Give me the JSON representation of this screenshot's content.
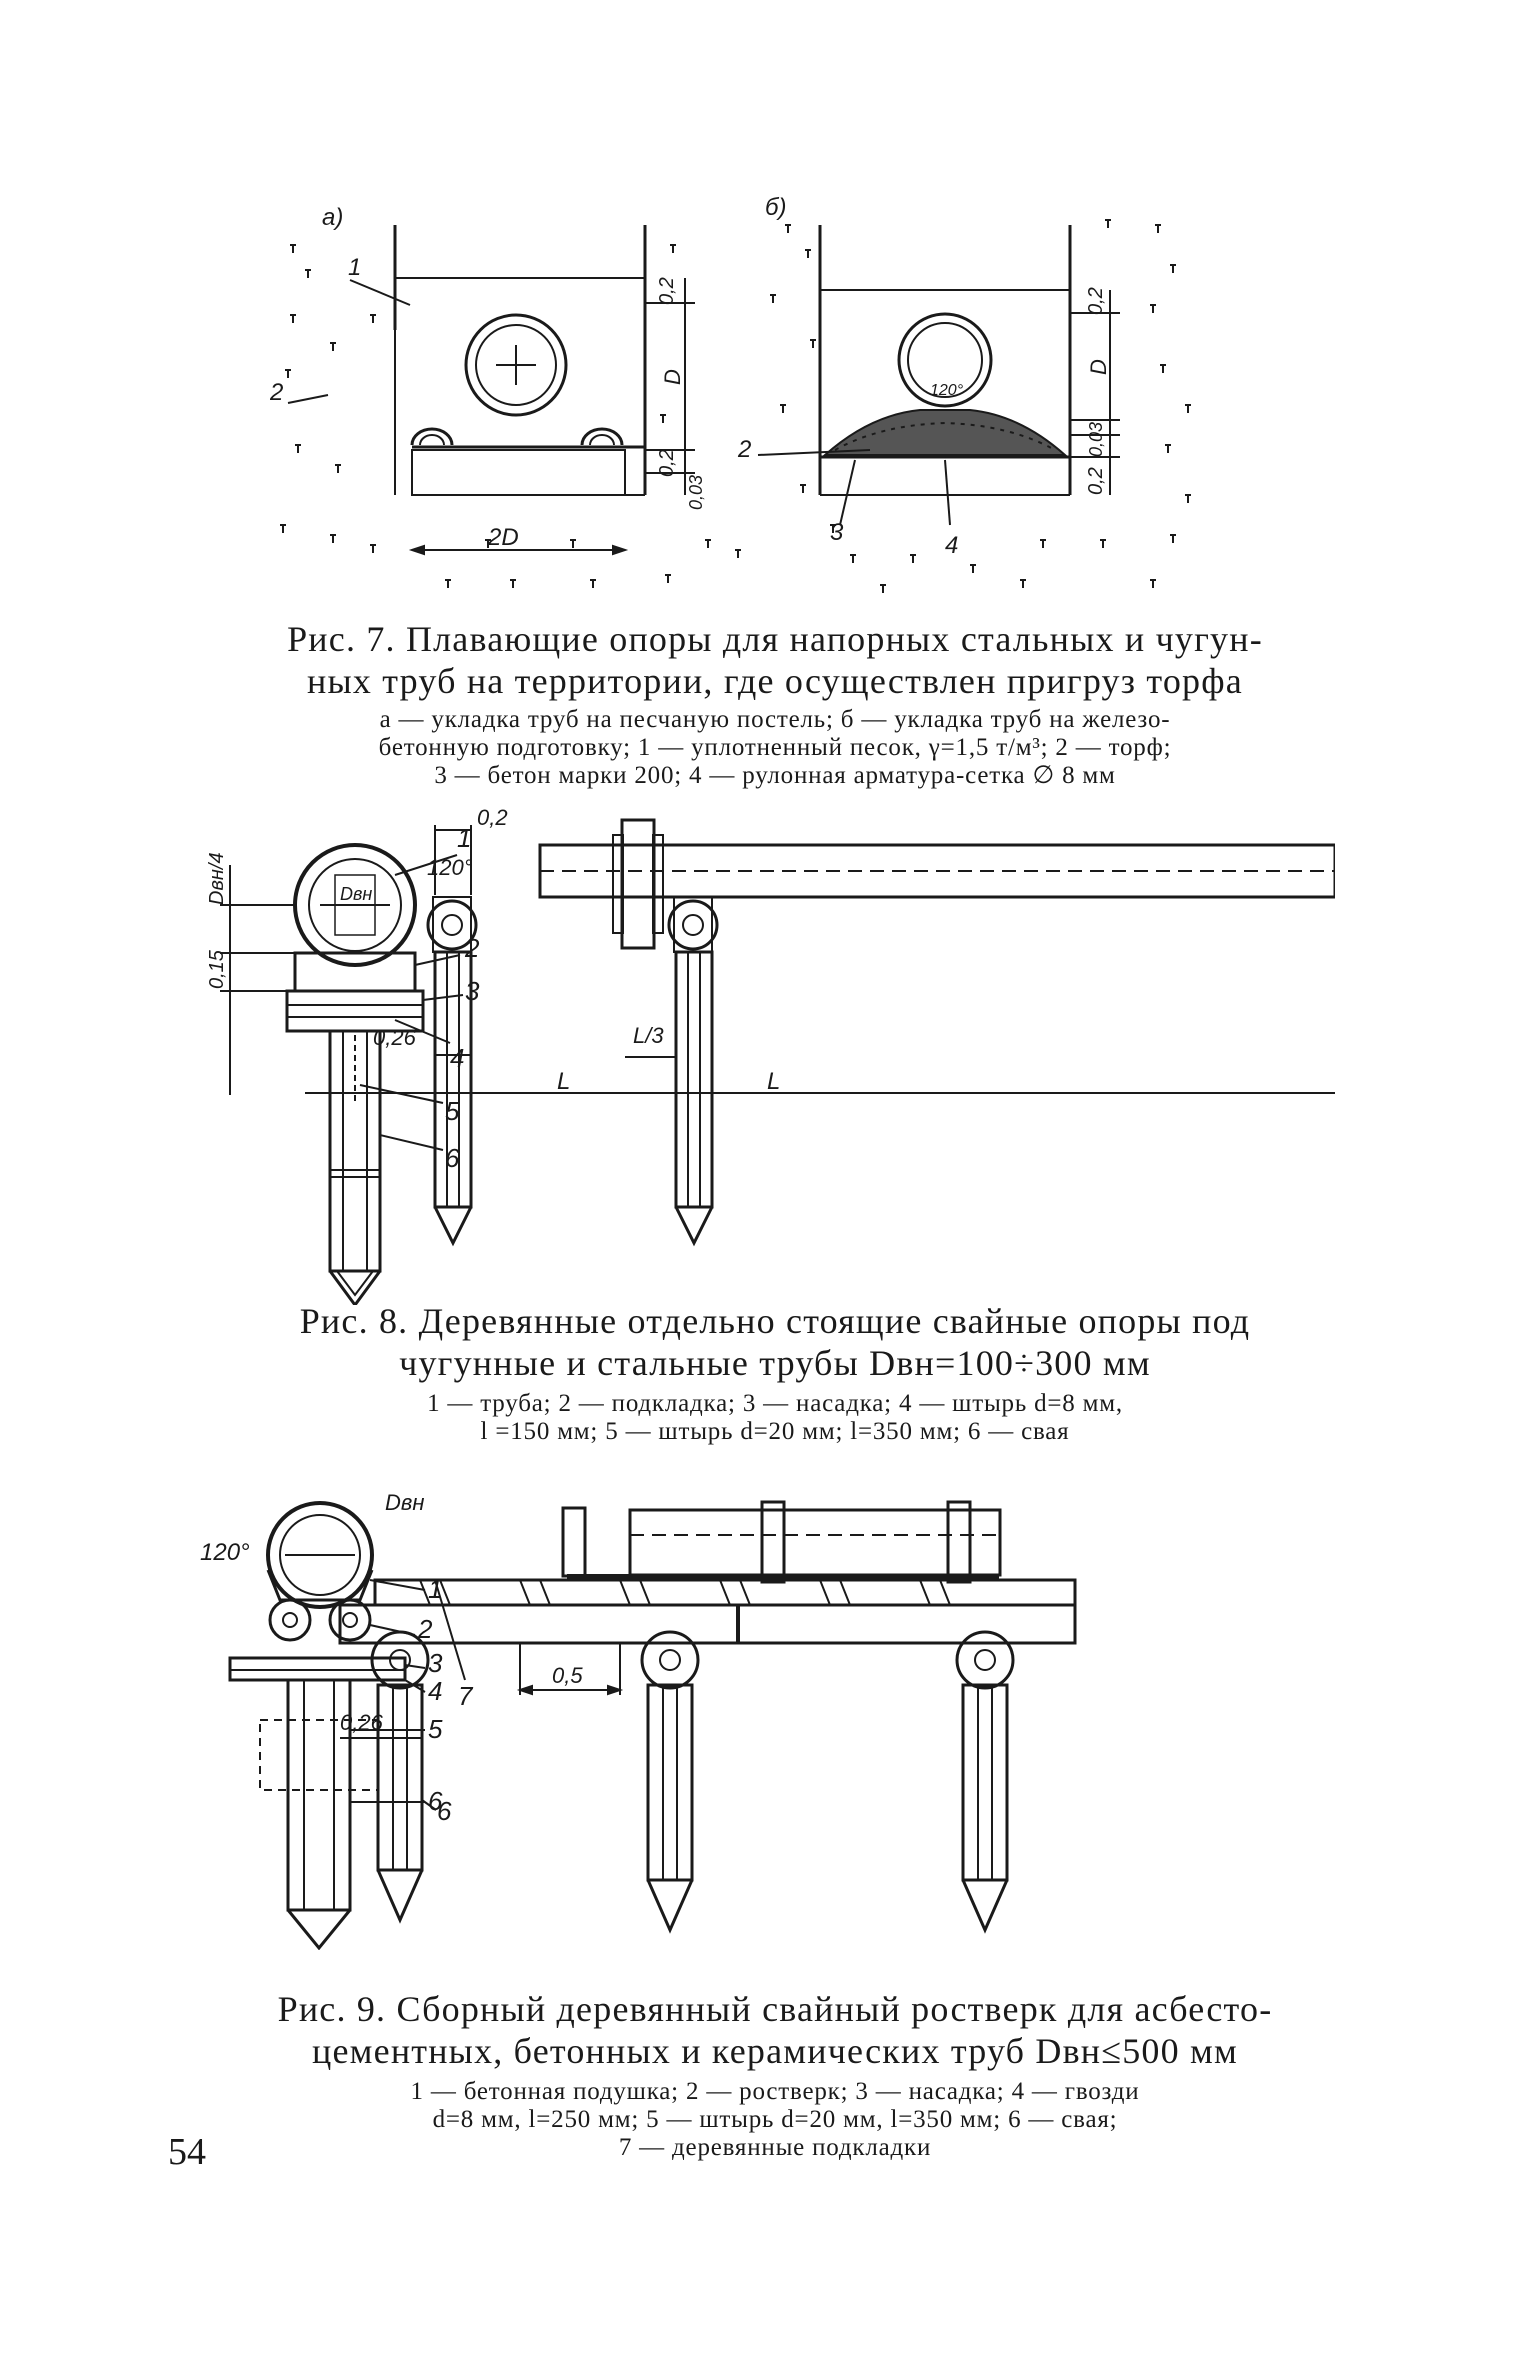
{
  "page": {
    "number": "54"
  },
  "fig7": {
    "panel_a": "а)",
    "panel_b": "б)",
    "labels": {
      "l1": "1",
      "l2": "2",
      "l2b": "2",
      "l3": "3",
      "l4": "4",
      "dim_2d": "2D",
      "dim_d": "D",
      "dim_d2": "D",
      "dim_02a": "0,2",
      "dim_02b": "0,2",
      "dim_02c": "0,2",
      "dim_02d": "0,2",
      "dim_003a": "0,03",
      "dim_003b": "0,03",
      "angle": "120°"
    },
    "title_line1": "Рис. 7. Плавающие опоры для напорных стальных и чугун-",
    "title_line2": "ных труб на территории, где осуществлен пригруз торфа",
    "legend_line1": "а — укладка труб на песчаную постель; б — укладка труб на железо-",
    "legend_line2": "бетонную подготовку; 1 — уплотненный песок, γ=1,5 т/м³; 2 — торф;",
    "legend_line3": "3 — бетон марки 200; 4 — рулонная арматура-сетка ∅ 8 мм"
  },
  "fig8": {
    "labels": {
      "l1": "1",
      "l2": "2",
      "l3": "3",
      "l4": "4",
      "l5": "5",
      "l6": "6",
      "angle": "120°",
      "dvn": "Dвн",
      "dvn4": "Dвн/4",
      "h015": "0,15",
      "d02": "0,2",
      "d026": "0,26",
      "l3frac": "L/3",
      "L1": "L",
      "L2": "L"
    },
    "title_line1": "Рис. 8. Деревянные отдельно стоящие свайные опоры под",
    "title_line2": "чугунные и стальные трубы Dвн=100÷300 мм",
    "legend_line1": "1 — труба; 2 — подкладка; 3 — насадка; 4 — штырь d=8 мм,",
    "legend_line2": "l =150 мм; 5 — штырь d=20 мм; l=350 мм; 6 — свая"
  },
  "fig9": {
    "labels": {
      "l1": "1",
      "l2": "2",
      "l3": "3",
      "l4": "4",
      "l5": "5",
      "l6": "6",
      "l6b": "6",
      "l7": "7",
      "angle": "120°",
      "dvn": "Dвн",
      "d026": "0,26",
      "d05": "0,5"
    },
    "title_line1": "Рис. 9. Сборный деревянный свайный ростверк для асбесто-",
    "title_line2": "цементных, бетонных и керамических труб Dвн≤500 мм",
    "legend_line1": "1 — бетонная подушка; 2 — ростверк; 3 — насадка; 4 — гвозди",
    "legend_line2": "d=8 мм, l=250 мм; 5 — штырь d=20 мм, l=350 мм; 6 — свая;",
    "legend_line3": "7 — деревянные подкладки"
  }
}
